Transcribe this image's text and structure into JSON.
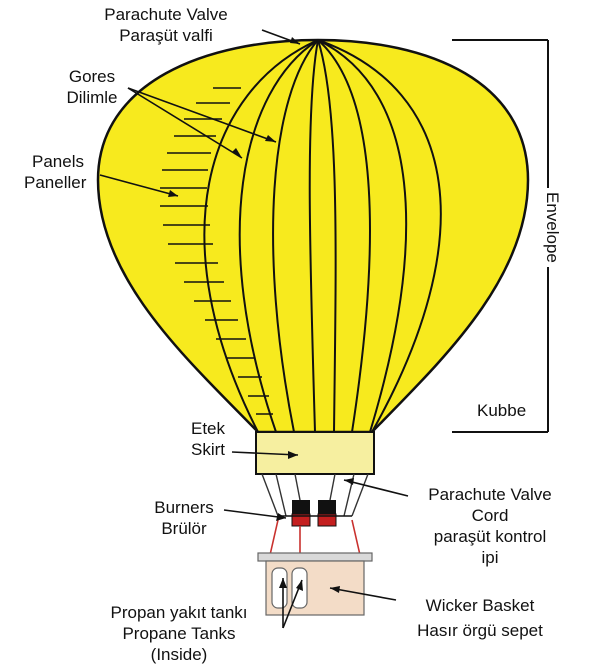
{
  "colors": {
    "envelope": "#f7ea1e",
    "skirt": "#f6efa0",
    "basket": "#f3dcc7",
    "line": "#111111",
    "cord": "#c9312e",
    "burner": "#c41f1f"
  },
  "labels": {
    "parachute_valve": [
      "Parachute Valve",
      "Paraşüt valfi"
    ],
    "gores": [
      "Gores",
      "Dilimle"
    ],
    "panels": [
      "Panels",
      "Paneller"
    ],
    "envelope": "Envelope",
    "kubbe": "Kubbe",
    "skirt": [
      "Etek",
      "Skirt"
    ],
    "burners": [
      "Burners",
      "Brülör"
    ],
    "valve_cord": [
      "Parachute Valve",
      "Cord",
      "paraşüt kontrol",
      "ipi"
    ],
    "tanks": [
      "Propan yakıt tankı",
      "Propane Tanks",
      "(Inside)"
    ],
    "basket": [
      "Wicker Basket",
      "Hasır örgü sepet"
    ]
  }
}
